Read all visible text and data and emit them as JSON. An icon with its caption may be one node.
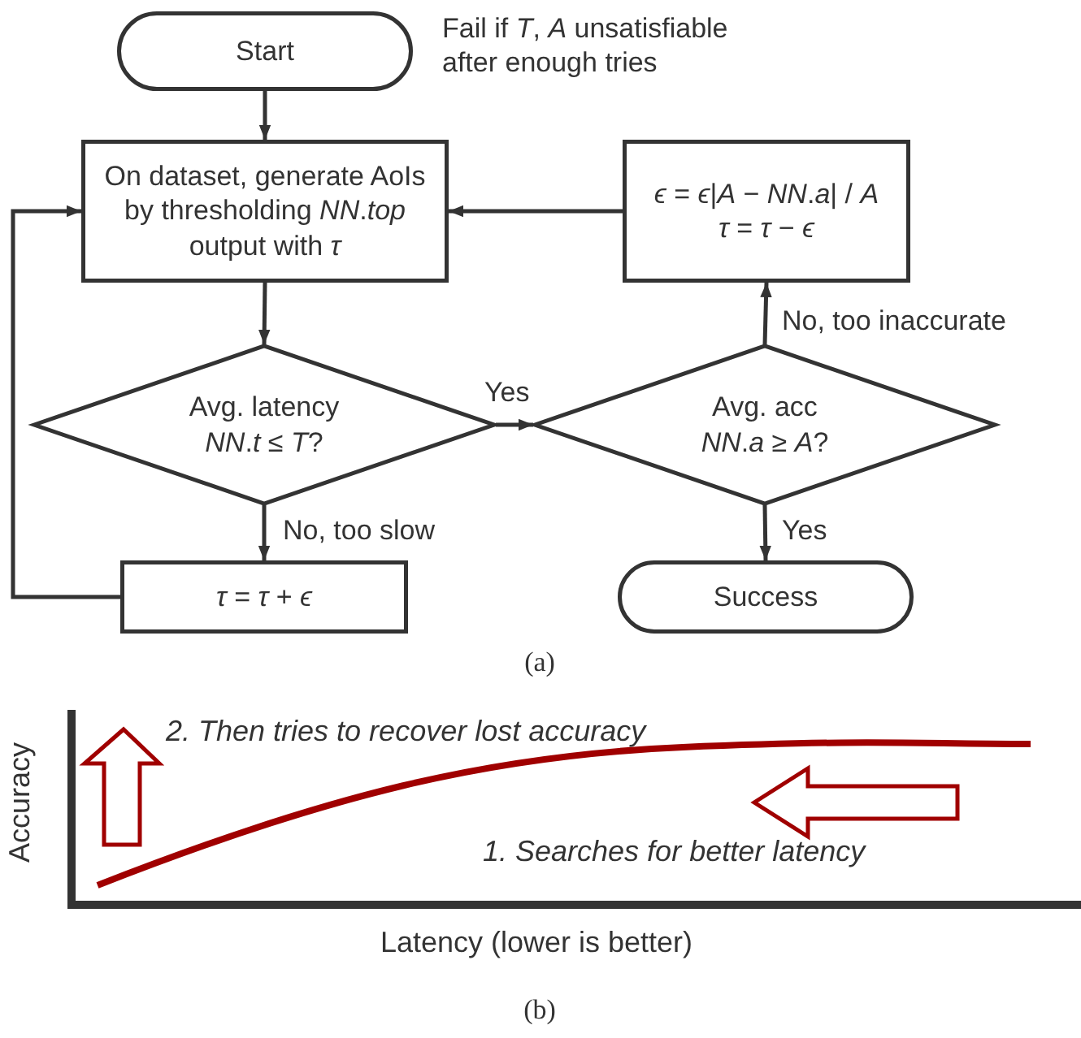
{
  "diagram": {
    "nodes": [
      {
        "text": [
          "Start"
        ],
        "beside": [
          "Fail if *T*, *A* unsatisfiable after enough tries"
        ]
      },
      {
        "text": [
          "On dataset, generate AoIs by thresholding *NN*.*top* output with *τ*"
        ]
      },
      {
        "text": [
          "Avg. latency",
          "*NN*.*t* ≤ *T*?"
        ]
      },
      {
        "text": [
          "Avg. acc",
          "*NN*.*a* ≥ *A*?"
        ]
      },
      {
        "text": [
          "*ϵ* = *ϵ*|*A* − *NN*.*a*| / *A*",
          "*τ* = *τ* − *ϵ*"
        ]
      },
      {
        "text": [
          "*τ* = *τ* + *ϵ*"
        ]
      },
      {
        "text": [
          "Success"
        ]
      }
    ],
    "edges": [
      {
        "from": 0,
        "to": 1,
        "arrow": "to"
      },
      {
        "from": 1,
        "to": 2,
        "arrow": "to"
      },
      {
        "from": 2,
        "to": 3,
        "arrow": "to",
        "label": "Yes"
      },
      {
        "from": 2,
        "to": 5,
        "arrow": "to",
        "label": "No, too slow"
      },
      {
        "from": 5,
        "to": 1,
        "arrow": "to"
      },
      {
        "from": 3,
        "to": 4,
        "arrow": "to",
        "label": "No, too inaccurate"
      },
      {
        "from": 4,
        "to": 1,
        "arrow": "to"
      },
      {
        "from": 3,
        "to": 6,
        "arrow": "to",
        "label": "Yes"
      }
    ],
    "labels": [
      "(a)",
      "2. Then tries to recover lost accuracy",
      "1. Searches for better latency",
      "Accuracy",
      "Latency (lower is better)",
      "(b)"
    ]
  }
}
